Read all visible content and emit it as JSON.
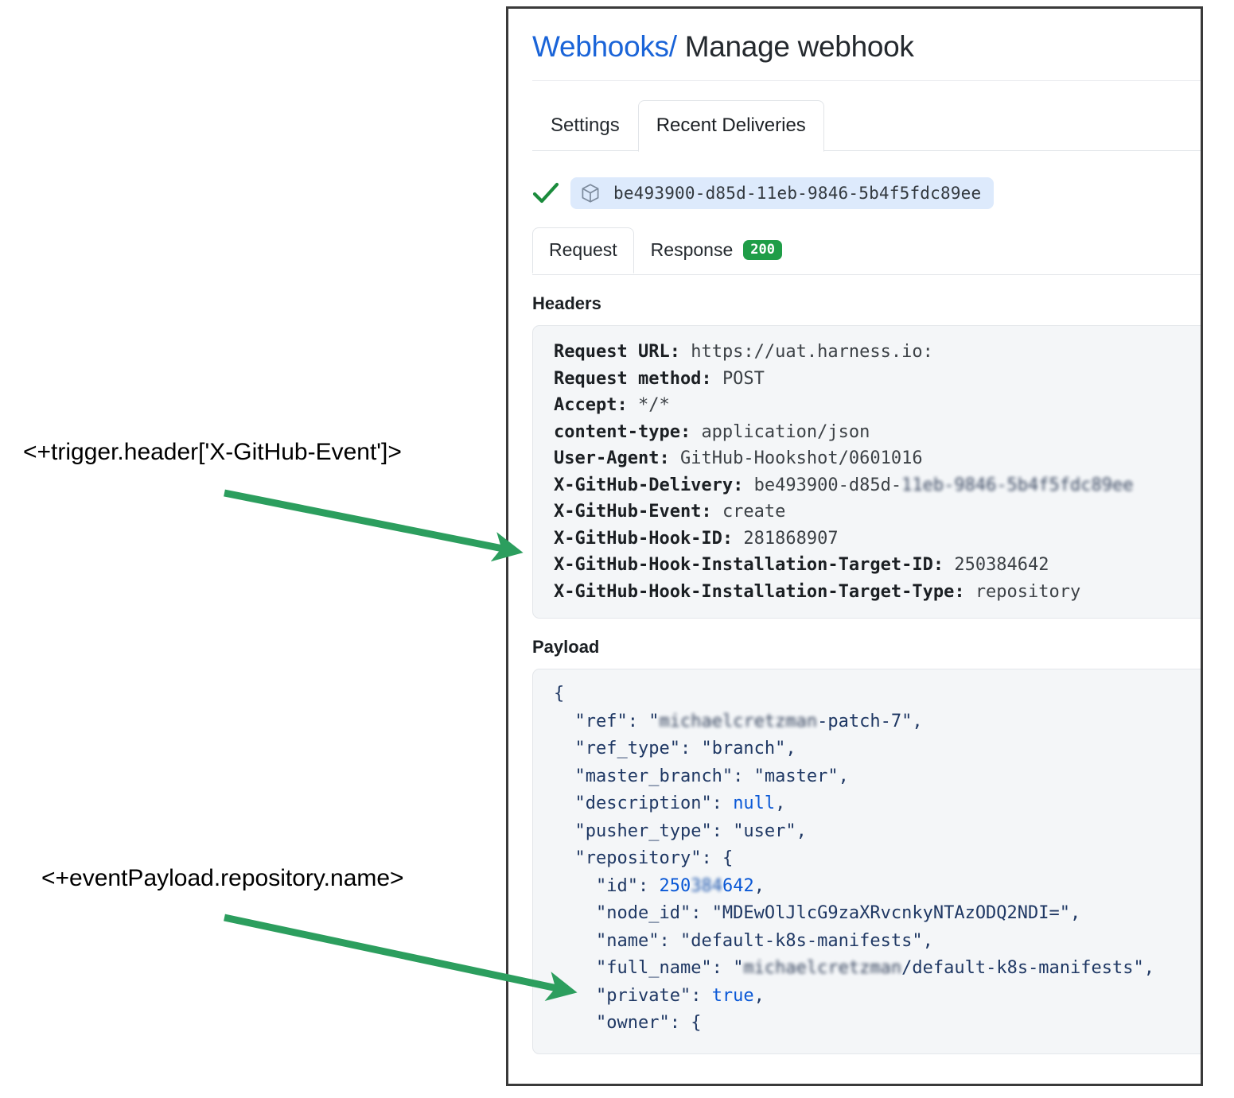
{
  "annotations": [
    {
      "text": "<+trigger.header['X-GitHub-Event']>",
      "arrow_color": "#2c9e5e"
    },
    {
      "text": "<+eventPayload.repository.name>",
      "arrow_color": "#2c9e5e"
    }
  ],
  "header": {
    "breadcrumb_link": "Webhooks",
    "breadcrumb_separator": "/",
    "page_title": "Manage webhook"
  },
  "tabs": [
    {
      "label": "Settings",
      "active": false
    },
    {
      "label": "Recent Deliveries",
      "active": true
    }
  ],
  "delivery": {
    "status_icon": "check-icon",
    "package_icon": "cube-icon",
    "id": "be493900-d85d-11eb-9846-5b4f5fdc89ee"
  },
  "subtabs": [
    {
      "label": "Request",
      "active": true,
      "badge": ""
    },
    {
      "label": "Response",
      "active": false,
      "badge": "200",
      "badge_color": "#1f9d47"
    }
  ],
  "sections": {
    "headers_heading": "Headers",
    "payload_heading": "Payload"
  },
  "headers": [
    {
      "key": "Request URL:",
      "value": "https://uat.harness.io:"
    },
    {
      "key": "Request method:",
      "value": "POST"
    },
    {
      "key": "Accept:",
      "value": "*/*"
    },
    {
      "key": "content-type:",
      "value": "application/json"
    },
    {
      "key": "User-Agent:",
      "value": "GitHub-Hookshot/0601016"
    },
    {
      "key": "X-GitHub-Delivery:",
      "value": "be493900-d85d-",
      "redacted_value": "11eb-9846-5b4f5fdc89ee"
    },
    {
      "key": "X-GitHub-Event:",
      "value": "create"
    },
    {
      "key": "X-GitHub-Hook-ID:",
      "value": "281868907"
    },
    {
      "key": "X-GitHub-Hook-Installation-Target-ID:",
      "value": "250384642"
    },
    {
      "key": "X-GitHub-Hook-Installation-Target-Type:",
      "value": "repository"
    }
  ],
  "payload": {
    "open_brace": "{",
    "lines": [
      {
        "indent": 2,
        "key": "\"ref\":",
        "redacted": "michaelcretzman",
        "value": "-patch-7\"",
        "quote_open": "\"",
        "trail": ","
      },
      {
        "indent": 2,
        "key": "\"ref_type\":",
        "value": "\"branch\"",
        "trail": ","
      },
      {
        "indent": 2,
        "key": "\"master_branch\":",
        "value": "\"master\"",
        "trail": ","
      },
      {
        "indent": 2,
        "key": "\"description\":",
        "value": "null",
        "literal": true,
        "trail": ","
      },
      {
        "indent": 2,
        "key": "\"pusher_type\":",
        "value": "\"user\"",
        "trail": ","
      },
      {
        "indent": 2,
        "key": "\"repository\":",
        "value": "{",
        "trail": ""
      },
      {
        "indent": 3,
        "key": "\"id\":",
        "value": "250",
        "redacted_num": "384",
        "value_tail": "642",
        "number": true,
        "trail": ","
      },
      {
        "indent": 3,
        "key": "\"node_id\":",
        "value": "\"MDEwOlJlcG9zaXRvcnkyNTAzODQ2NDI=\"",
        "trail": ","
      },
      {
        "indent": 3,
        "key": "\"name\":",
        "value": "\"default-k8s-manifests\"",
        "trail": ","
      },
      {
        "indent": 3,
        "key": "\"full_name\":",
        "redacted": "michaelcretzman",
        "quote_open": "\"",
        "value": "/default-k8s-manifests\"",
        "trail": ","
      },
      {
        "indent": 3,
        "key": "\"private\":",
        "value": "true",
        "literal": true,
        "trail": ","
      },
      {
        "indent": 3,
        "key": "\"owner\":",
        "value": "{",
        "trail": ""
      }
    ]
  }
}
